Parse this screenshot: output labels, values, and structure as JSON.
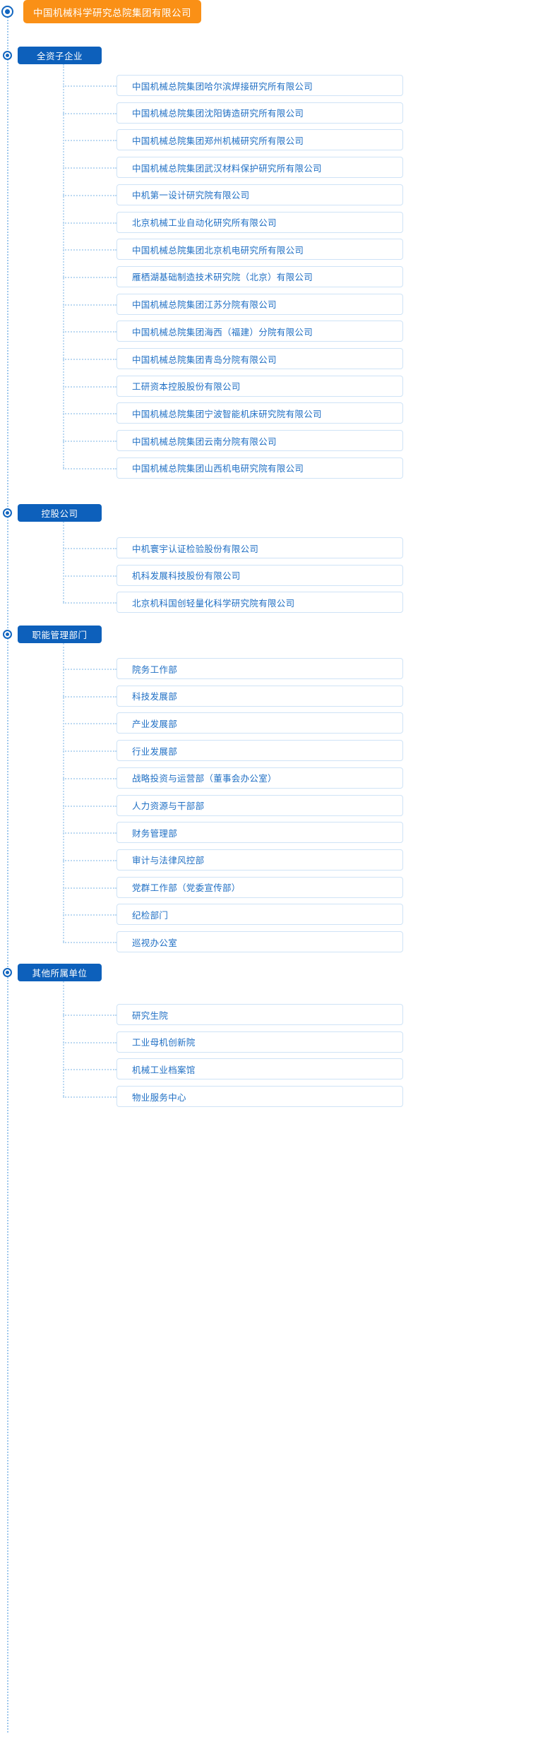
{
  "root": {
    "label": "中国机械科学研究总院集团有限公司",
    "color": "#fa9016"
  },
  "theme": {
    "group_color": "#0d60bb",
    "leaf_text_color": "#1f6fc4",
    "leaf_border_color": "#cfe3f6",
    "connector_color": "#bcd9f2",
    "spine_color": "#9ec7ec"
  },
  "groups": [
    {
      "label": "全资子企业",
      "items": [
        "中国机械总院集团哈尔滨焊接研究所有限公司",
        "中国机械总院集团沈阳铸造研究所有限公司",
        "中国机械总院集团郑州机械研究所有限公司",
        "中国机械总院集团武汉材料保护研究所有限公司",
        "中机第一设计研究院有限公司",
        "北京机械工业自动化研究所有限公司",
        "中国机械总院集团北京机电研究所有限公司",
        "雁栖湖基础制造技术研究院（北京）有限公司",
        "中国机械总院集团江苏分院有限公司",
        "中国机械总院集团海西（福建）分院有限公司",
        "中国机械总院集团青岛分院有限公司",
        "工研资本控股股份有限公司",
        "中国机械总院集团宁波智能机床研究院有限公司",
        "中国机械总院集团云南分院有限公司",
        "中国机械总院集团山西机电研究院有限公司"
      ]
    },
    {
      "label": "控股公司",
      "items": [
        "中机寰宇认证检验股份有限公司",
        "机科发展科技股份有限公司",
        "北京机科国创轻量化科学研究院有限公司"
      ]
    },
    {
      "label": "职能管理部门",
      "items": [
        "院务工作部",
        "科技发展部",
        "产业发展部",
        "行业发展部",
        "战略投资与运营部（董事会办公室）",
        "人力资源与干部部",
        "财务管理部",
        "审计与法律风控部",
        "党群工作部（党委宣传部）",
        "纪检部门",
        "巡视办公室"
      ]
    },
    {
      "label": "其他所属单位",
      "items": [
        "研究生院",
        "工业母机创新院",
        "机械工业档案馆",
        "物业服务中心"
      ]
    }
  ]
}
